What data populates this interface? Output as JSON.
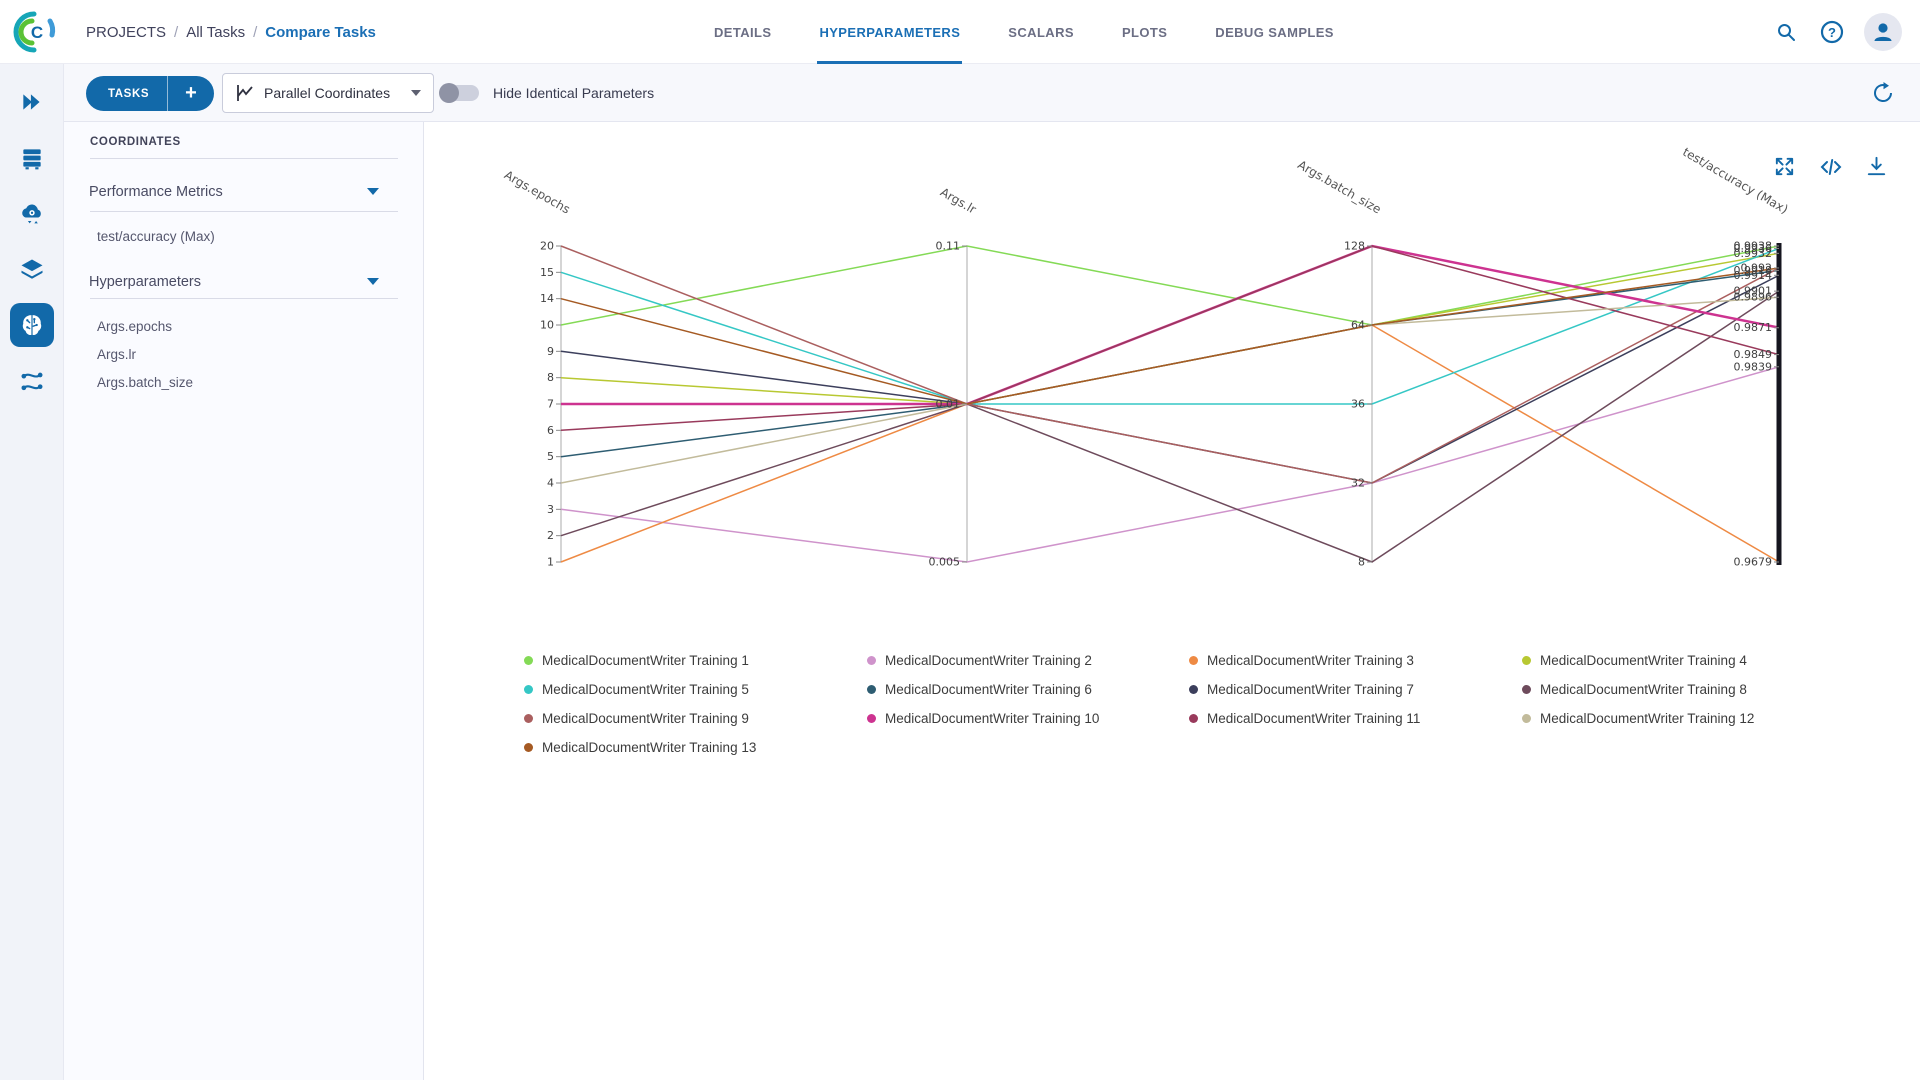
{
  "header": {
    "breadcrumb": {
      "items": [
        "PROJECTS",
        "All Tasks",
        "Compare Tasks"
      ],
      "separator": "/"
    },
    "tabs": [
      {
        "label": "DETAILS",
        "active": false
      },
      {
        "label": "HYPERPARAMETERS",
        "active": true
      },
      {
        "label": "SCALARS",
        "active": false
      },
      {
        "label": "PLOTS",
        "active": false
      },
      {
        "label": "DEBUG SAMPLES",
        "active": false
      }
    ],
    "icons": [
      "search-icon",
      "help-icon",
      "user-avatar"
    ]
  },
  "rail": {
    "items": [
      "getting-started-icon",
      "queues-icon",
      "workers-icon",
      "datasets-icon",
      "projects-brain-icon",
      "pipelines-icon"
    ],
    "active_index": 4
  },
  "toolbar": {
    "tasks_button_label": "TASKS",
    "add_button_label": "+",
    "view_selector_value": "Parallel Coordinates",
    "toggle_label": "Hide Identical Parameters",
    "toggle_state": "off",
    "icons": [
      "refresh-icon"
    ]
  },
  "coordinates_panel": {
    "title": "COORDINATES",
    "sections": [
      {
        "label": "Performance Metrics",
        "items": [
          "test/accuracy (Max)"
        ]
      },
      {
        "label": "Hyperparameters",
        "items": [
          "Args.epochs",
          "Args.lr",
          "Args.batch_size"
        ]
      }
    ]
  },
  "chart_tools": [
    "expand-icon",
    "embed-code-icon",
    "download-icon"
  ],
  "chart_data": {
    "type": "parallel-coordinates",
    "legend_position": "bottom",
    "grid": false,
    "axes": [
      {
        "name": "Args.epochs",
        "scale": "categorical",
        "ticks": [
          "20",
          "15",
          "14",
          "10",
          "9",
          "8",
          "7",
          "6",
          "5",
          "4",
          "3",
          "2",
          "1"
        ]
      },
      {
        "name": "Args.lr",
        "scale": "categorical",
        "ticks": [
          "0.11",
          "0.01",
          "0.005"
        ]
      },
      {
        "name": "Args.batch_size",
        "scale": "categorical",
        "ticks": [
          "128",
          "64",
          "36",
          "32",
          "8"
        ]
      },
      {
        "name": "test/accuracy (Max)",
        "scale": "linear",
        "range": [
          0.9938,
          0.9679
        ],
        "ticks": [
          "0.9938",
          "0.9936",
          "0.9932",
          "0.992",
          "0.9918",
          "0.9914",
          "0.9901",
          "0.9896",
          "0.9871",
          "0.9849",
          "0.9839",
          "0.9679"
        ]
      }
    ],
    "series": [
      {
        "name": "MedicalDocumentWriter Training 1",
        "color": "#84da56",
        "values": {
          "Args.epochs": "10",
          "Args.lr": "0.11",
          "Args.batch_size": "64",
          "test/accuracy (Max)": 0.9938
        }
      },
      {
        "name": "MedicalDocumentWriter Training 2",
        "color": "#cf93cb",
        "values": {
          "Args.epochs": "3",
          "Args.lr": "0.005",
          "Args.batch_size": "32",
          "test/accuracy (Max)": 0.9839
        }
      },
      {
        "name": "MedicalDocumentWriter Training 3",
        "color": "#ee8a44",
        "values": {
          "Args.epochs": "1",
          "Args.lr": "0.01",
          "Args.batch_size": "64",
          "test/accuracy (Max)": 0.9679
        }
      },
      {
        "name": "MedicalDocumentWriter Training 4",
        "color": "#b8c832",
        "values": {
          "Args.epochs": "8",
          "Args.lr": "0.01",
          "Args.batch_size": "64",
          "test/accuracy (Max)": 0.9932
        }
      },
      {
        "name": "MedicalDocumentWriter Training 5",
        "color": "#35c7c5",
        "values": {
          "Args.epochs": "15",
          "Args.lr": "0.01",
          "Args.batch_size": "36",
          "test/accuracy (Max)": 0.9936
        }
      },
      {
        "name": "MedicalDocumentWriter Training 6",
        "color": "#2e5d72",
        "values": {
          "Args.epochs": "5",
          "Args.lr": "0.01",
          "Args.batch_size": "64",
          "test/accuracy (Max)": 0.9918
        }
      },
      {
        "name": "MedicalDocumentWriter Training 7",
        "color": "#3c3f5c",
        "values": {
          "Args.epochs": "9",
          "Args.lr": "0.01",
          "Args.batch_size": "32",
          "test/accuracy (Max)": 0.9914
        }
      },
      {
        "name": "MedicalDocumentWriter Training 8",
        "color": "#6e4b5c",
        "values": {
          "Args.epochs": "2",
          "Args.lr": "0.01",
          "Args.batch_size": "8",
          "test/accuracy (Max)": 0.9901
        }
      },
      {
        "name": "MedicalDocumentWriter Training 9",
        "color": "#aa5f5f",
        "values": {
          "Args.epochs": "20",
          "Args.lr": "0.01",
          "Args.batch_size": "32",
          "test/accuracy (Max)": 0.992
        }
      },
      {
        "name": "MedicalDocumentWriter Training 10",
        "color": "#cd3390",
        "width": 2.5,
        "values": {
          "Args.epochs": "7",
          "Args.lr": "0.01",
          "Args.batch_size": "128",
          "test/accuracy (Max)": 0.9871
        }
      },
      {
        "name": "MedicalDocumentWriter Training 11",
        "color": "#993a5c",
        "values": {
          "Args.epochs": "6",
          "Args.lr": "0.01",
          "Args.batch_size": "128",
          "test/accuracy (Max)": 0.9849
        }
      },
      {
        "name": "MedicalDocumentWriter Training 12",
        "color": "#c2bb9b",
        "values": {
          "Args.epochs": "4",
          "Args.lr": "0.01",
          "Args.batch_size": "64",
          "test/accuracy (Max)": 0.9896
        }
      },
      {
        "name": "MedicalDocumentWriter Training 13",
        "color": "#a55a23",
        "values": {
          "Args.epochs": "14",
          "Args.lr": "0.01",
          "Args.batch_size": "64",
          "test/accuracy (Max)": 0.992
        }
      }
    ]
  }
}
